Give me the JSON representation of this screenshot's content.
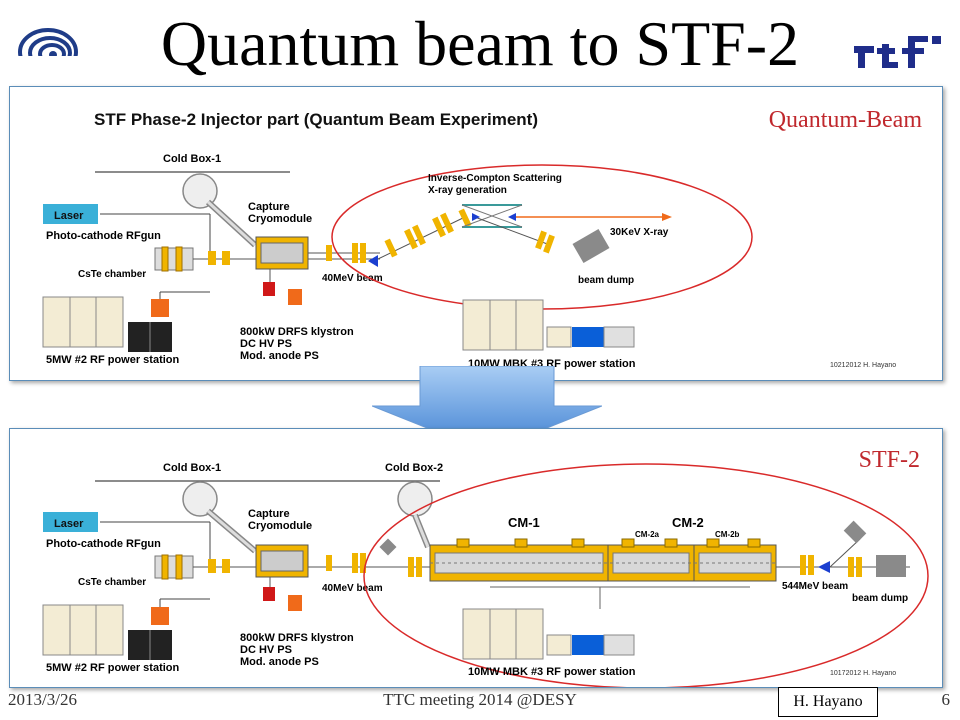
{
  "slide": {
    "title": "Quantum beam to STF-2",
    "date": "2013/3/26",
    "conference": "TTC meeting 2014 @DESY",
    "page": "6",
    "author": "H. Hayano"
  },
  "colors": {
    "red_label": "#c0282d",
    "laser": "#3ab0d8",
    "magnet": "#f0b400",
    "klystron_box": "#f06a1a",
    "blue_box": "#0a5fd8"
  },
  "top": {
    "tag": "Quantum-Beam",
    "heading": "STF Phase-2 Injector part (Quantum Beam Experiment)",
    "cold_box_1": "Cold Box-1",
    "laser": "Laser",
    "rf_gun": "Photo-cathode RFgun",
    "cste": "CsTe chamber",
    "capture_1": "Capture",
    "capture_2": "Cryomodule",
    "beam_40": "40MeV beam",
    "ics_1": "Inverse-Compton Scattering",
    "ics_2": "X-ray generation",
    "xray": "30KeV X-ray",
    "dump": "beam dump",
    "klystron_1": "800kW DRFS klystron",
    "klystron_2": "DC HV PS",
    "klystron_3": "Mod. anode PS",
    "rf5": "5MW  #2 RF power station",
    "rf10": "10MW MBK #3 RF power station",
    "credit": "10212012 H. Hayano"
  },
  "bottom": {
    "tag": "STF-2",
    "cold_box_1": "Cold Box-1",
    "cold_box_2": "Cold Box-2",
    "laser": "Laser",
    "rf_gun": "Photo-cathode RFgun",
    "cste": "CsTe chamber",
    "capture_1": "Capture",
    "capture_2": "Cryomodule",
    "beam_40": "40MeV beam",
    "cm1": "CM-1",
    "cm2": "CM-2",
    "cm2a": "CM-2a",
    "cm2b": "CM-2b",
    "beam_544": "544MeV beam",
    "dump": "beam dump",
    "klystron_1": "800kW DRFS klystron",
    "klystron_2": "DC HV PS",
    "klystron_3": "Mod. anode PS",
    "rf5": "5MW  #2 RF power station",
    "rf10": "10MW MBK #3 RF power station",
    "credit": "10172012 H. Hayano"
  }
}
